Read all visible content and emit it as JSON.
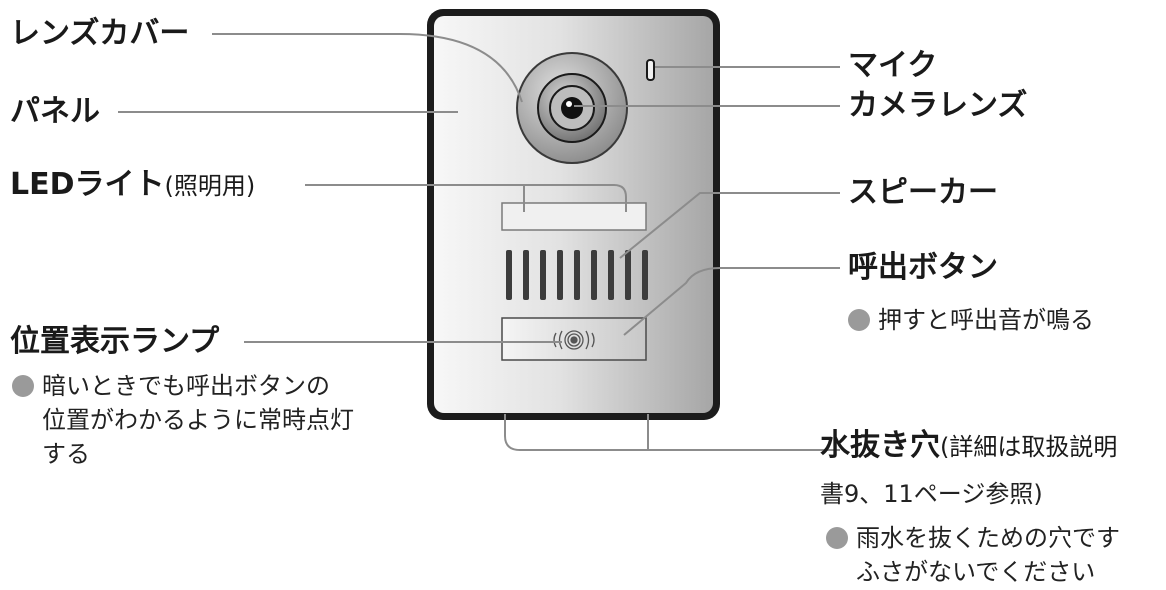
{
  "labels": {
    "lens_cover": "レンズカバー",
    "panel": "パネル",
    "led_light": "LEDライト",
    "led_light_sub": "(照明用)",
    "position_lamp": "位置表示ランプ",
    "position_lamp_note_1": "暗いときでも呼出ボタンの",
    "position_lamp_note_2": "位置がわかるように常時点灯",
    "position_lamp_note_3": "する",
    "mic": "マイク",
    "camera_lens": "カメラレンズ",
    "speaker": "スピーカー",
    "call_button": "呼出ボタン",
    "call_button_note": "押すと呼出音が鳴る",
    "drain_hole": "水抜き穴",
    "drain_hole_sub_1": "(詳細は取扱説明",
    "drain_hole_sub_2": "書9、11ページ参照)",
    "drain_note_1": "雨水を抜くための穴です",
    "drain_note_2": "ふさがないでください"
  },
  "colors": {
    "line": "#8c8c8c",
    "device_border": "#1a1a1a",
    "panel_light": "#f4f4f4",
    "panel_dark": "#a8a8a8",
    "bullet": "#9a9a9a"
  }
}
